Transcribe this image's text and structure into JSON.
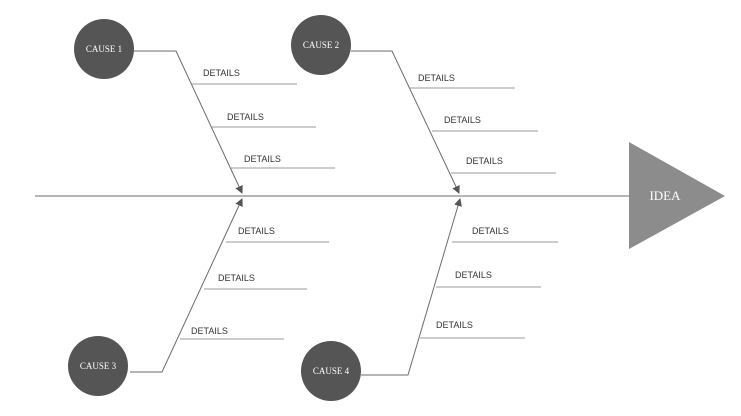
{
  "diagram": {
    "idea_label": "IDEA",
    "colors": {
      "circle_fill": "#555555",
      "arrow_fill": "#8c8c8c",
      "line": "#6b6b6b",
      "detail_line": "#999999",
      "text_light": "#ffffff",
      "text_dark": "#333333"
    },
    "causes": [
      {
        "label": "CAUSE 1",
        "details": [
          "DETAILS",
          "DETAILS",
          "DETAILS"
        ]
      },
      {
        "label": "CAUSE 2",
        "details": [
          "DETAILS",
          "DETAILS",
          "DETAILS"
        ]
      },
      {
        "label": "CAUSE 3",
        "details": [
          "DETAILS",
          "DETAILS",
          "DETAILS"
        ]
      },
      {
        "label": "CAUSE 4",
        "details": [
          "DETAILS",
          "DETAILS",
          "DETAILS"
        ]
      }
    ]
  }
}
